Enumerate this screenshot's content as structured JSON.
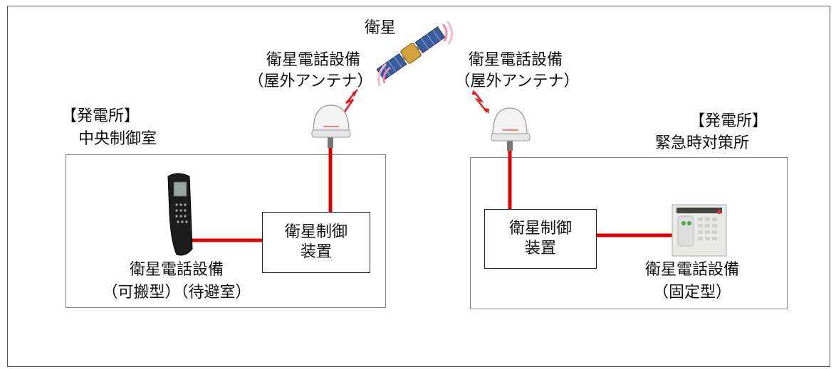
{
  "satellite": {
    "label": "衛星"
  },
  "left": {
    "antenna_label_1": "衛星電話設備",
    "antenna_label_2": "（屋外アンテナ）",
    "site_label_1": "【発電所】",
    "site_label_2": "中央制御室",
    "controller_1": "衛星制御",
    "controller_2": "装置",
    "device_label_1": "衛星電話設備",
    "device_label_2": "（可搬型）（待避室）"
  },
  "right": {
    "antenna_label_1": "衛星電話設備",
    "antenna_label_2": "（屋外アンテナ）",
    "site_label_1": "【発電所】",
    "site_label_2": "緊急時対策所",
    "controller_1": "衛星制御",
    "controller_2": "装置",
    "device_label_1": "衛星電話設備",
    "device_label_2": "（固定型）"
  },
  "colors": {
    "link": "#e00000",
    "signal": "#e02020",
    "antenna": "#f2f2f2"
  },
  "icons": [
    "satellite-icon",
    "antenna-icon",
    "handset-phone-icon",
    "fixed-phone-icon",
    "signal-zigzag-icon"
  ]
}
